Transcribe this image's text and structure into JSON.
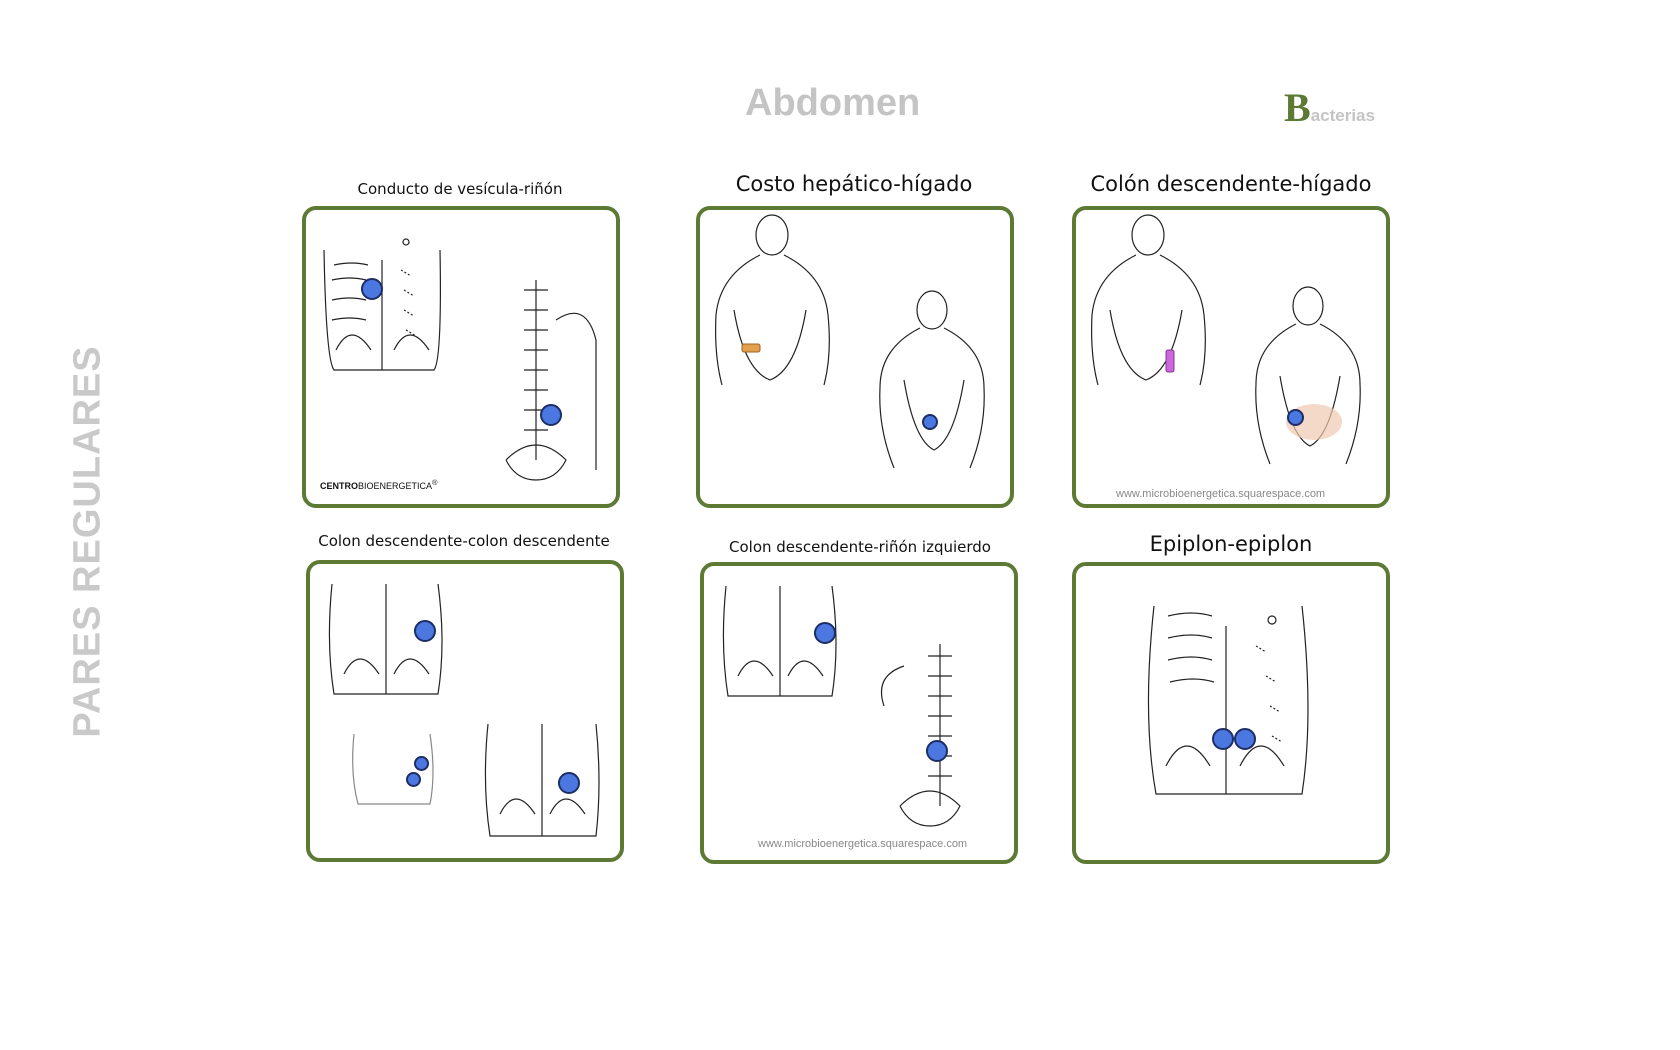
{
  "side_title": "PARES REGULARES",
  "page_title": "Abdomen",
  "brand": {
    "initial": "B",
    "rest": "acterias",
    "color": "#5c7a34"
  },
  "panels": [
    {
      "title": "Conducto de vesícula-riñón",
      "logo_bold": "CENTRO",
      "logo_rest": "BIOENERGETICA",
      "logo_mark": "®"
    },
    {
      "title": "Costo hepático-hígado"
    },
    {
      "title": "Colón descendente-hígado",
      "caption": "www.microbioenergetica.squarespace.com"
    },
    {
      "title": "Colon descendente-colon descendente"
    },
    {
      "title": "Colon descendente-riñón izquierdo",
      "caption": "www.microbioenergetica.squarespace.com"
    },
    {
      "title": "Epiplon-epiplon"
    }
  ],
  "colors": {
    "panel_border": "#5c7a34",
    "marker": "#4a78e0",
    "title_gray": "#c4c4c4"
  }
}
